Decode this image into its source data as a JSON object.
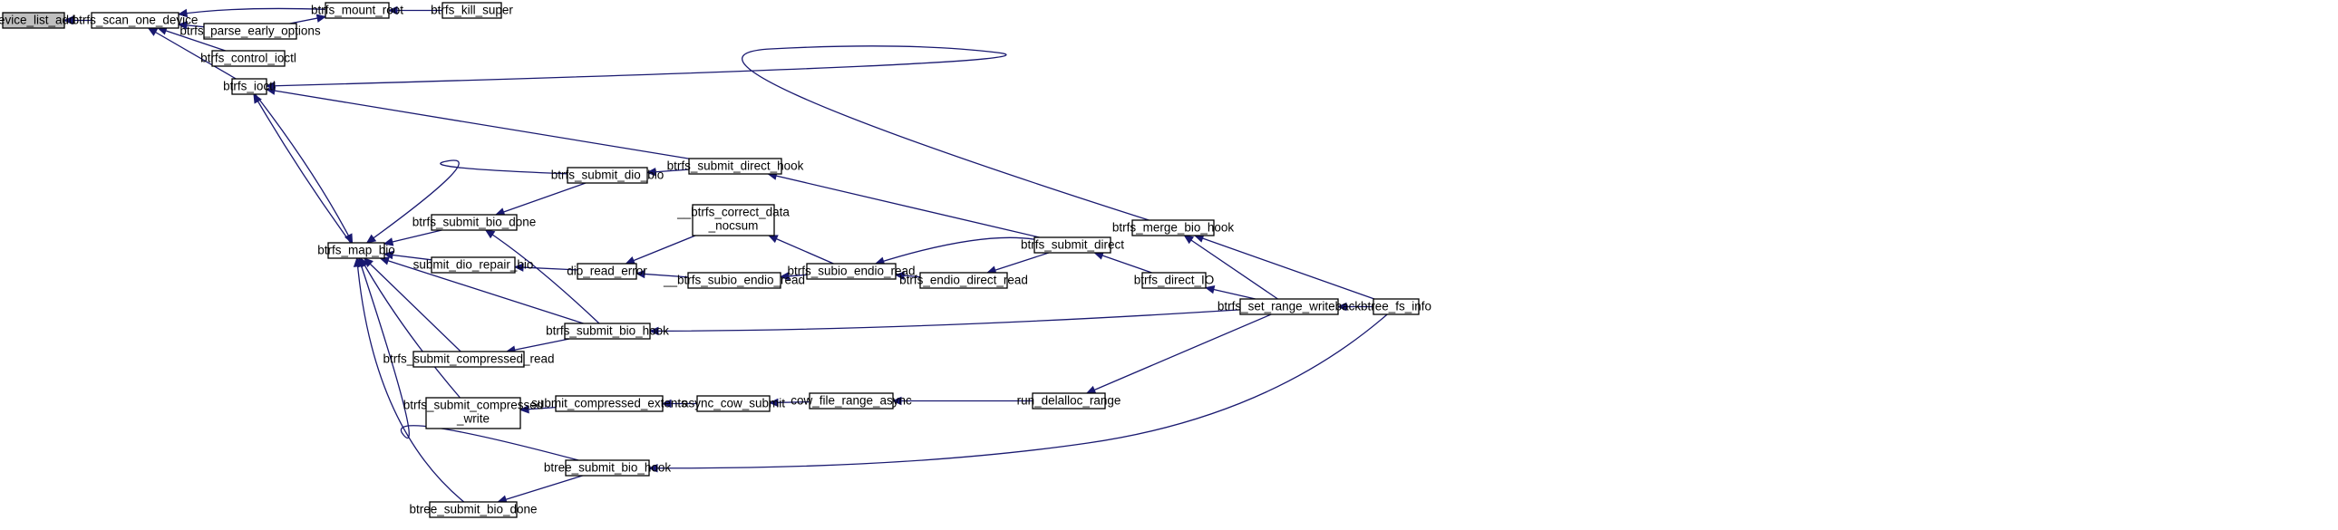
{
  "graph": {
    "nodes": [
      {
        "id": "device_list_add",
        "lines": [
          "device_list_add"
        ],
        "root": true
      },
      {
        "id": "btrfs_scan_one_device",
        "lines": [
          "btrfs_scan_one_device"
        ]
      },
      {
        "id": "btrfs_mount_root",
        "lines": [
          "btrfs_mount_root"
        ]
      },
      {
        "id": "btrfs_kill_super",
        "lines": [
          "btrfs_kill_super"
        ]
      },
      {
        "id": "btrfs_parse_early_options",
        "lines": [
          "btrfs_parse_early_options"
        ]
      },
      {
        "id": "btrfs_control_ioctl",
        "lines": [
          "btrfs_control_ioctl"
        ]
      },
      {
        "id": "btrfs_ioctl",
        "lines": [
          "btrfs_ioctl"
        ]
      },
      {
        "id": "btrfs_map_bio",
        "lines": [
          "btrfs_map_bio"
        ]
      },
      {
        "id": "btrfs_submit_bio_done",
        "lines": [
          "btrfs_submit_bio_done"
        ]
      },
      {
        "id": "submit_dio_repair_bio",
        "lines": [
          "submit_dio_repair_bio"
        ]
      },
      {
        "id": "btrfs_submit_compressed_read",
        "lines": [
          "btrfs_submit_compressed_read"
        ]
      },
      {
        "id": "btrfs_submit_compressed_write",
        "lines": [
          "btrfs_submit_compressed",
          "_write"
        ]
      },
      {
        "id": "btree_submit_bio_done",
        "lines": [
          "btree_submit_bio_done"
        ]
      },
      {
        "id": "btrfs_submit_dio_bio",
        "lines": [
          "btrfs_submit_dio_bio"
        ]
      },
      {
        "id": "btrfs_submit_bio_hook",
        "lines": [
          "btrfs_submit_bio_hook"
        ]
      },
      {
        "id": "btree_submit_bio_hook",
        "lines": [
          "btree_submit_bio_hook"
        ]
      },
      {
        "id": "btrfs_submit_direct_hook",
        "lines": [
          "btrfs_submit_direct_hook"
        ]
      },
      {
        "id": "dio_read_error",
        "lines": [
          "dio_read_error"
        ]
      },
      {
        "id": "submit_compressed_extents",
        "lines": [
          "submit_compressed_extents"
        ]
      },
      {
        "id": "__btrfs_correct_data_nocsum",
        "lines": [
          "__btrfs_correct_data",
          "_nocsum"
        ]
      },
      {
        "id": "__btrfs_subio_endio_read",
        "lines": [
          "__btrfs_subio_endio_read"
        ]
      },
      {
        "id": "async_cow_submit",
        "lines": [
          "async_cow_submit"
        ]
      },
      {
        "id": "btrfs_subio_endio_read",
        "lines": [
          "btrfs_subio_endio_read"
        ]
      },
      {
        "id": "cow_file_range_async",
        "lines": [
          "cow_file_range_async"
        ]
      },
      {
        "id": "btrfs_endio_direct_read",
        "lines": [
          "btrfs_endio_direct_read"
        ]
      },
      {
        "id": "btrfs_submit_direct",
        "lines": [
          "btrfs_submit_direct"
        ]
      },
      {
        "id": "run_delalloc_range",
        "lines": [
          "run_delalloc_range"
        ]
      },
      {
        "id": "btrfs_direct_IO",
        "lines": [
          "btrfs_direct_IO"
        ]
      },
      {
        "id": "btrfs_merge_bio_hook",
        "lines": [
          "btrfs_merge_bio_hook"
        ]
      },
      {
        "id": "btrfs_set_range_writeback",
        "lines": [
          "btrfs_set_range_writeback"
        ]
      },
      {
        "id": "btree_fs_info",
        "lines": [
          "btree_fs_info"
        ]
      }
    ],
    "edges": [
      {
        "from": "btrfs_scan_one_device",
        "to": "device_list_add"
      },
      {
        "from": "btrfs_mount_root",
        "to": "btrfs_scan_one_device"
      },
      {
        "from": "btrfs_parse_early_options",
        "to": "btrfs_scan_one_device"
      },
      {
        "from": "btrfs_control_ioctl",
        "to": "btrfs_scan_one_device"
      },
      {
        "from": "btrfs_ioctl",
        "to": "btrfs_scan_one_device"
      },
      {
        "from": "btrfs_kill_super",
        "to": "btrfs_mount_root"
      },
      {
        "from": "btrfs_parse_early_options",
        "to": "btrfs_mount_root"
      },
      {
        "from": "btrfs_merge_bio_hook",
        "to": "btrfs_ioctl"
      },
      {
        "from": "btrfs_submit_direct_hook",
        "to": "btrfs_ioctl"
      },
      {
        "from": "btrfs_map_bio",
        "to": "btrfs_ioctl"
      },
      {
        "from": "btrfs_ioctl",
        "to": "btrfs_map_bio"
      },
      {
        "from": "btrfs_submit_bio_done",
        "to": "btrfs_map_bio"
      },
      {
        "from": "submit_dio_repair_bio",
        "to": "btrfs_map_bio"
      },
      {
        "from": "btrfs_submit_dio_bio",
        "to": "btrfs_map_bio"
      },
      {
        "from": "btrfs_submit_bio_hook",
        "to": "btrfs_map_bio"
      },
      {
        "from": "btrfs_submit_compressed_read",
        "to": "btrfs_map_bio"
      },
      {
        "from": "btrfs_submit_compressed_write",
        "to": "btrfs_map_bio"
      },
      {
        "from": "btree_submit_bio_hook",
        "to": "btrfs_map_bio"
      },
      {
        "from": "btree_submit_bio_done",
        "to": "btrfs_map_bio"
      },
      {
        "from": "btrfs_submit_dio_bio",
        "to": "btrfs_submit_bio_done"
      },
      {
        "from": "btrfs_submit_bio_hook",
        "to": "btrfs_submit_bio_done"
      },
      {
        "from": "dio_read_error",
        "to": "submit_dio_repair_bio"
      },
      {
        "from": "btrfs_submit_bio_hook",
        "to": "btrfs_submit_compressed_read"
      },
      {
        "from": "submit_compressed_extents",
        "to": "btrfs_submit_compressed_write"
      },
      {
        "from": "btree_submit_bio_hook",
        "to": "btree_submit_bio_done"
      },
      {
        "from": "btrfs_submit_direct_hook",
        "to": "btrfs_submit_dio_bio"
      },
      {
        "from": "btrfs_set_range_writeback",
        "to": "btrfs_submit_bio_hook"
      },
      {
        "from": "btree_fs_info",
        "to": "btree_submit_bio_hook"
      },
      {
        "from": "btrfs_submit_direct",
        "to": "btrfs_submit_direct_hook"
      },
      {
        "from": "__btrfs_correct_data_nocsum",
        "to": "dio_read_error"
      },
      {
        "from": "__btrfs_subio_endio_read",
        "to": "dio_read_error"
      },
      {
        "from": "async_cow_submit",
        "to": "submit_compressed_extents"
      },
      {
        "from": "btrfs_subio_endio_read",
        "to": "__btrfs_correct_data_nocsum"
      },
      {
        "from": "btrfs_subio_endio_read",
        "to": "__btrfs_subio_endio_read"
      },
      {
        "from": "cow_file_range_async",
        "to": "async_cow_submit"
      },
      {
        "from": "btrfs_submit_direct",
        "to": "btrfs_subio_endio_read"
      },
      {
        "from": "btrfs_endio_direct_read",
        "to": "btrfs_subio_endio_read"
      },
      {
        "from": "run_delalloc_range",
        "to": "cow_file_range_async"
      },
      {
        "from": "btrfs_submit_direct",
        "to": "btrfs_endio_direct_read"
      },
      {
        "from": "btrfs_direct_IO",
        "to": "btrfs_submit_direct"
      },
      {
        "from": "btrfs_set_range_writeback",
        "to": "run_delalloc_range"
      },
      {
        "from": "btrfs_set_range_writeback",
        "to": "btrfs_direct_IO"
      },
      {
        "from": "btrfs_set_range_writeback",
        "to": "btrfs_merge_bio_hook"
      },
      {
        "from": "btree_fs_info",
        "to": "btrfs_merge_bio_hook"
      },
      {
        "from": "btree_fs_info",
        "to": "btrfs_set_range_writeback"
      }
    ]
  }
}
